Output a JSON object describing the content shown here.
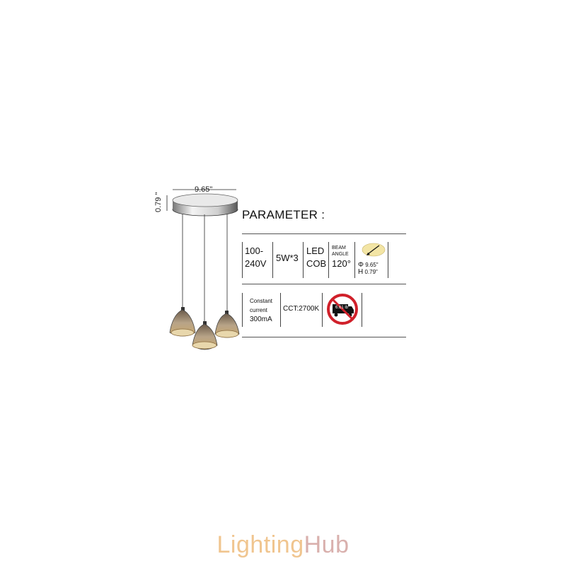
{
  "drawing": {
    "width_label": "9.65\"",
    "height_label": "0.79 \""
  },
  "params": {
    "title": "PARAMETER :",
    "voltage_top": "100-",
    "voltage_bottom": "240V",
    "power": "5W*3",
    "source_top": "LED",
    "source_bottom": "COB",
    "beam_label_top": "BEAM",
    "beam_label_bottom": "ANGLE",
    "beam_angle": "120°",
    "diameter_symbol": "Φ",
    "diameter_value": "9.65\"",
    "height_symbol": "H",
    "height_value": "0.79\"",
    "current_line1": "Constant",
    "current_line2": "current",
    "current_line3": "300mA",
    "cct": "CCT:2700K",
    "weight": "6.61 lb"
  },
  "logo": {
    "part1": "Lighting",
    "part2": "Hub",
    "color_part1": "#f0c58f",
    "color_part2": "#d9b0ad"
  }
}
